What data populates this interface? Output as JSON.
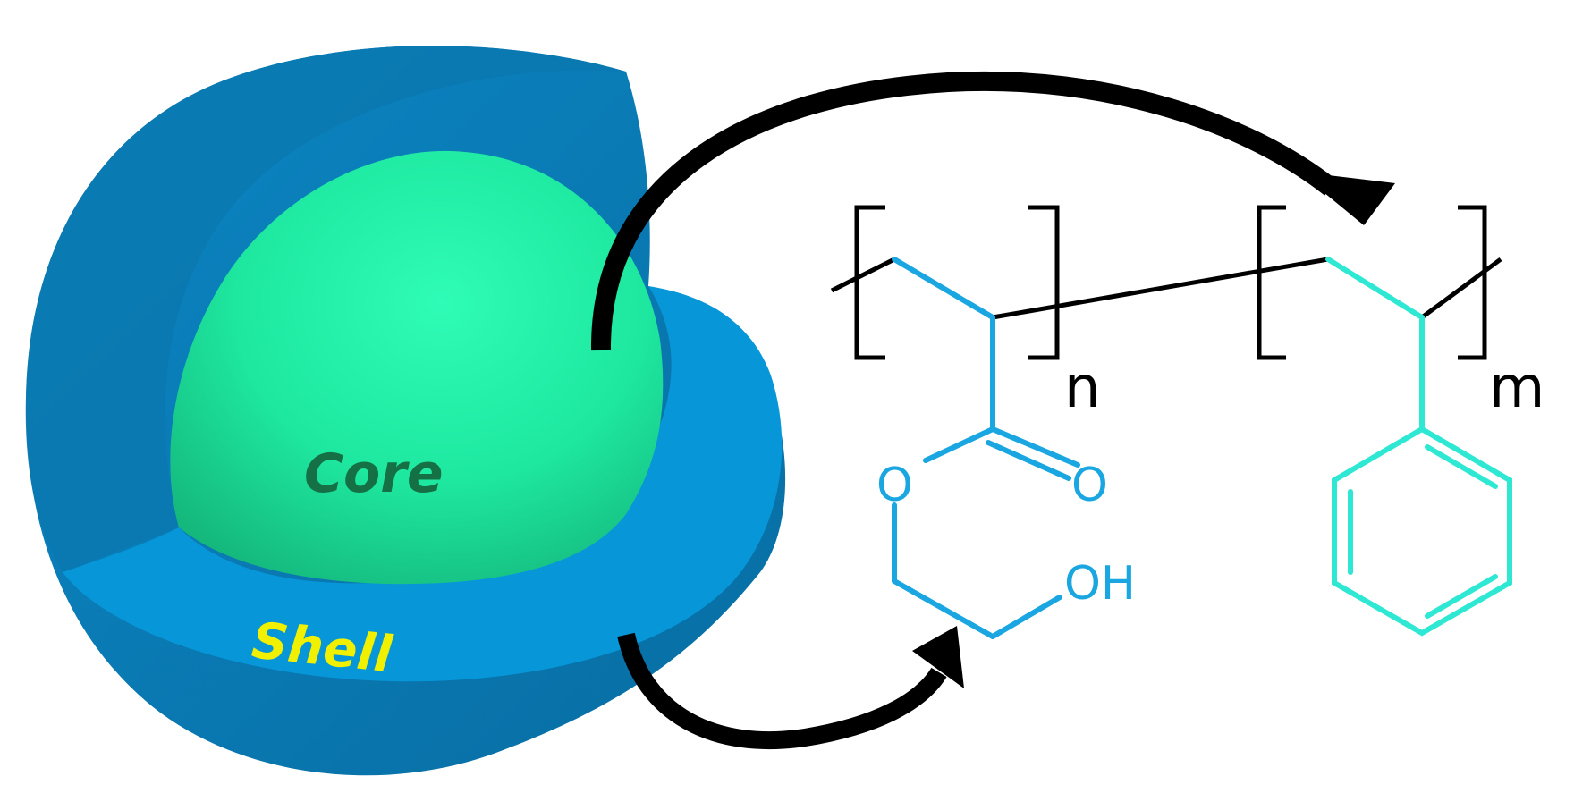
{
  "labels": {
    "core": "Core",
    "shell": "Shell",
    "repeat_n": "n",
    "repeat_m": "m",
    "oxygen_ester": "O",
    "oxygen_carbonyl": "O",
    "hydroxyl": "OH"
  },
  "colors": {
    "shell_outer": "#0a7eb8",
    "shell_top": "#0795d6",
    "core": "#1ee8a0",
    "pheoma_bonds": "#1aa6e0",
    "styrene_bonds": "#2ee8d4",
    "backbone": "#000000",
    "arrows": "#000000",
    "core_label": "#157046",
    "shell_label": "#f0f000"
  }
}
